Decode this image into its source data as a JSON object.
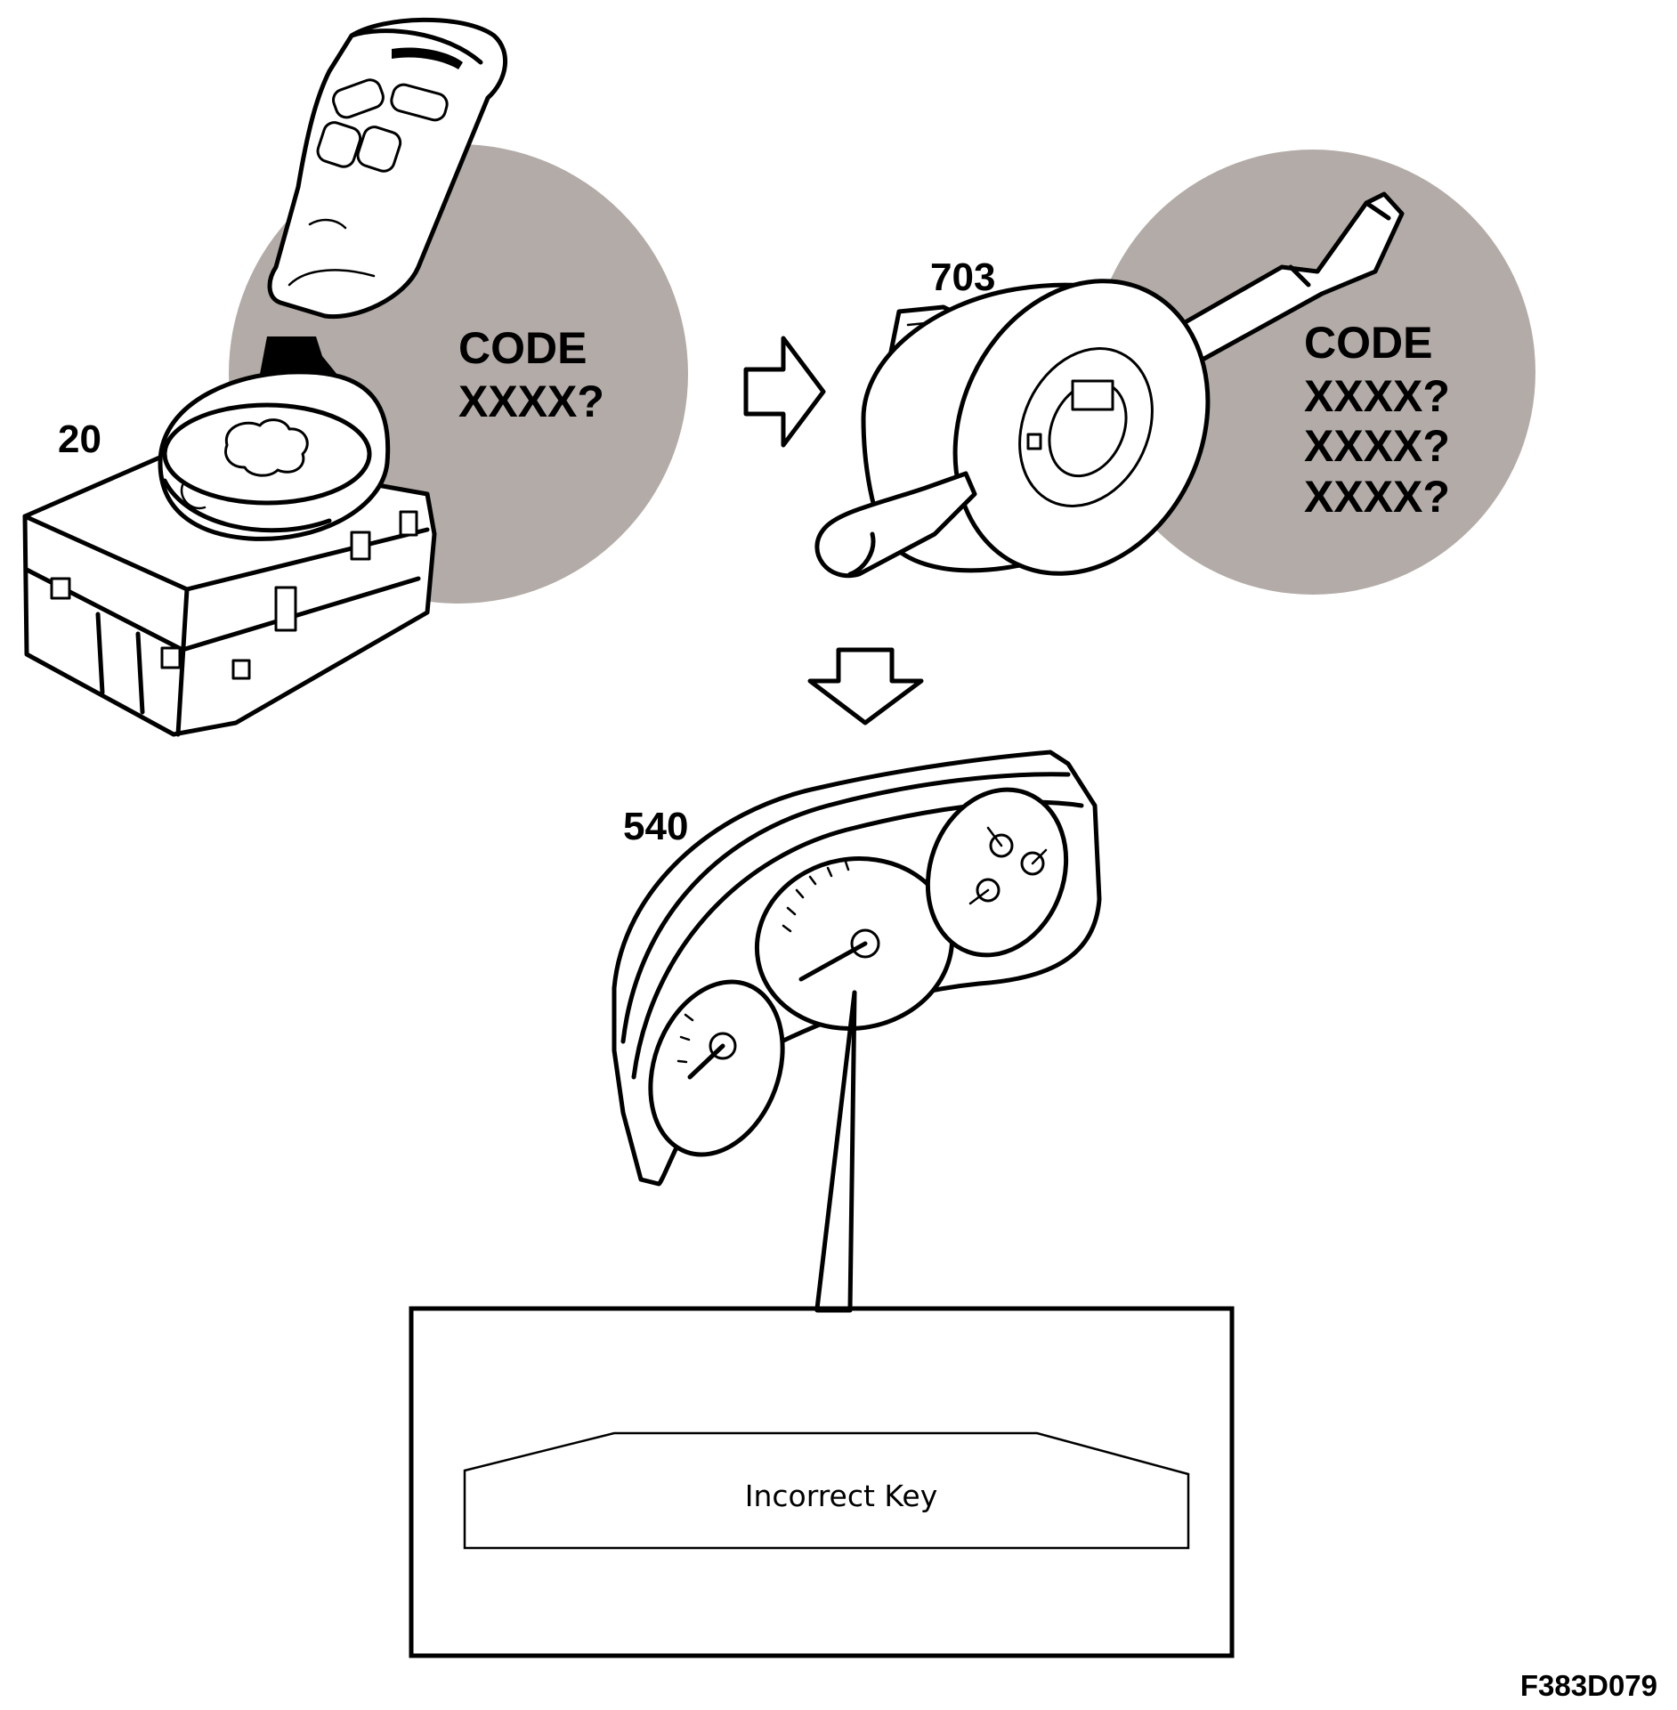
{
  "labels": {
    "ignition_module": "20",
    "steering_switch": "703",
    "instrument_cluster": "540"
  },
  "bubble_left": {
    "line1": "CODE",
    "line2": "XXXX?"
  },
  "bubble_right": {
    "line1": "CODE",
    "line2": "XXXX?",
    "line3": "XXXX?",
    "line4": "XXXX?"
  },
  "display": {
    "message": "Incorrect Key"
  },
  "figure_code": "F383D079",
  "colors": {
    "bubble": "#b3aba7",
    "ink": "#000000",
    "paper": "#ffffff"
  }
}
